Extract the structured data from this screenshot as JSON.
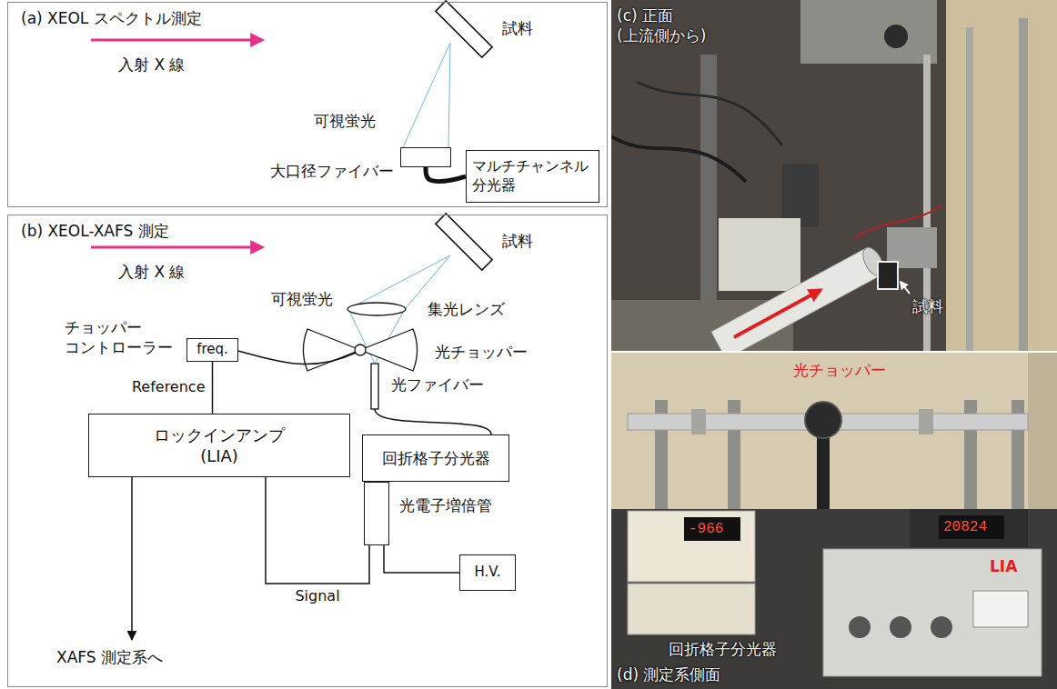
{
  "diagram": {
    "nodes": [
      {
        "text": [
          "(a) XEOL スペクトル測定"
        ]
      },
      {
        "text": [
          "大口径ファイバー"
        ],
        "in": 0
      },
      {
        "text": [
          "マルチチャンネル 分光器"
        ],
        "in": 0
      },
      {
        "text": [
          "(b) XEOL-XAFS 測定"
        ]
      },
      {
        "text": [
          "チョッパー コントローラー",
          "freq."
        ],
        "in": 3
      },
      {
        "text": [
          "ロックインアンプ (LIA)"
        ],
        "in": 3
      },
      {
        "text": [
          "回折格子分光器"
        ],
        "in": 3
      },
      {
        "text": [
          "光電子増倍管"
        ],
        "in": 3
      },
      {
        "text": [
          "H.V."
        ],
        "in": 3
      }
    ],
    "edges": [
      {
        "from": 1,
        "to": 2,
        "arrow": "none"
      },
      {
        "from": 4,
        "to": 5,
        "label": "Reference",
        "arrow": "none"
      },
      {
        "from": 5,
        "to": 7,
        "label": "Signal",
        "arrow": "none"
      },
      {
        "from": 7,
        "to": 8,
        "arrow": "none"
      }
    ],
    "labels": [
      "入射 X 線",
      "可視蛍光",
      "試料",
      "入射 X 線",
      "試料",
      "可視蛍光",
      "集光レンズ",
      "光チョッパー",
      "光ファイバー",
      "XAFS 測定系へ",
      "(c) 正面 (上流側から)",
      "試料",
      "光チョッパー",
      "-966",
      "20824",
      "回折格子分光器",
      "LIA",
      "(d) 測定系側面"
    ]
  }
}
